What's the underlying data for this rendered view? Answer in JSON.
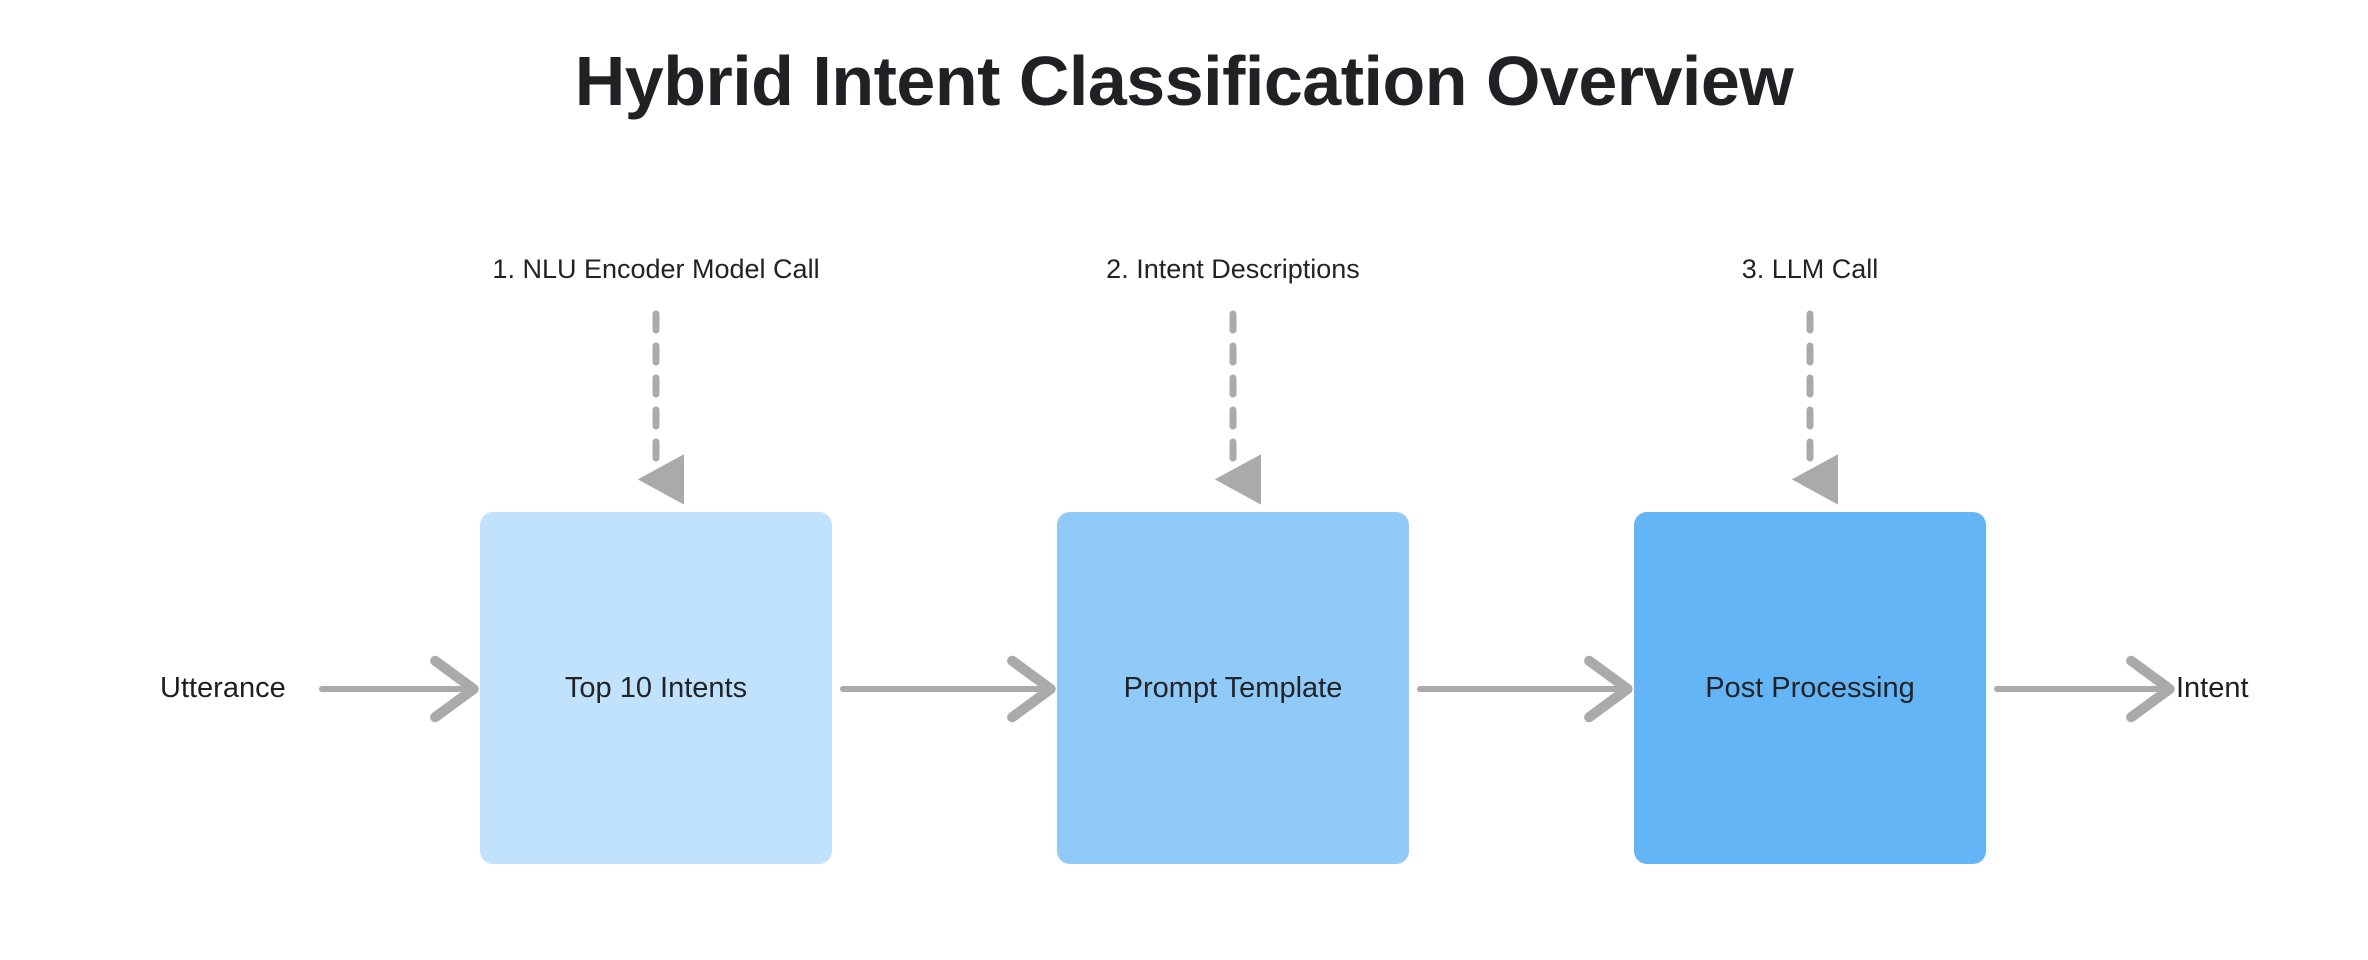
{
  "title": "Hybrid Intent Classification Overview",
  "colors": {
    "background": "#ffffff",
    "title_text": "#1f2124",
    "body_text": "#212326",
    "arrow": "#aaaaaa",
    "box_1_fill": "#c0e2fd",
    "box_2_fill": "#90caf9",
    "box_3_fill": "#64b5f6"
  },
  "steps": [
    {
      "id": "step-1",
      "label": "1. NLU Encoder Model Call",
      "target_box": "Top 10 Intents"
    },
    {
      "id": "step-2",
      "label": "2. Intent Descriptions",
      "target_box": "Prompt Template"
    },
    {
      "id": "step-3",
      "label": "3. LLM Call",
      "target_box": "Post Processing"
    }
  ],
  "boxes": [
    {
      "id": "box-1",
      "label": "Top 10 Intents",
      "fill": "#c0e2fd"
    },
    {
      "id": "box-2",
      "label": "Prompt Template",
      "fill": "#90caf9"
    },
    {
      "id": "box-3",
      "label": "Post Processing",
      "fill": "#64b5f6"
    }
  ],
  "endpoints": {
    "input_label": "Utterance",
    "output_label": "Intent"
  },
  "flow": {
    "sequence": [
      "Utterance",
      "Top 10 Intents",
      "Prompt Template",
      "Post Processing",
      "Intent"
    ],
    "horizontal_arrow_style": "solid open-chevron",
    "vertical_arrow_style": "dashed filled-triangle"
  }
}
